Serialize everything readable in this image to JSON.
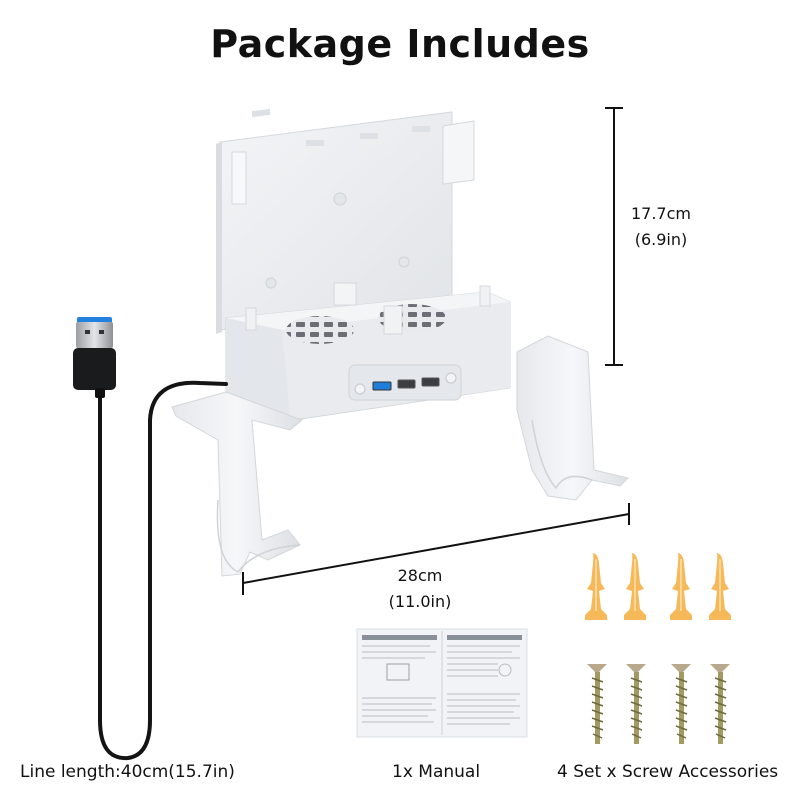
{
  "header": {
    "title": "Package Includes"
  },
  "dimensions": {
    "height": {
      "metric": "17.7cm",
      "imperial": "(6.9in)"
    },
    "width": {
      "metric": "28cm",
      "imperial": "(11.0in)"
    }
  },
  "product": {
    "name": "wall-mounted stand with cooling fans",
    "ports": [
      "usb-3.0-port-blue",
      "usb-port",
      "usb-port"
    ],
    "buttons": [
      "led-button",
      "power-button"
    ]
  },
  "items": [
    {
      "caption": "Line length:40cm(15.7in)",
      "icon": "usb-cable-icon"
    },
    {
      "caption": "1x Manual",
      "icon": "manual-icon"
    },
    {
      "caption": "4 Set x Screw Accessories",
      "icon": "screws-icon"
    }
  ],
  "colors": {
    "product_white": "#eceef1",
    "usb_blue": "#1f7fd8",
    "anchor_orange": "#f6b95a",
    "screw_gold": "#a39a62",
    "cable_black": "#111111"
  }
}
